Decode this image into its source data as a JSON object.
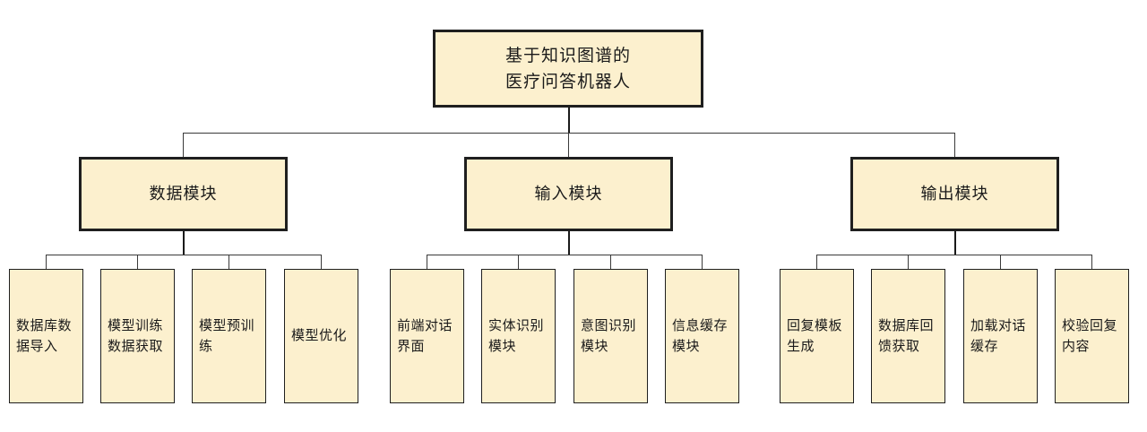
{
  "diagram": {
    "type": "tree-hierarchy",
    "title_node": {
      "id": "root",
      "label": "基于知识图谱的\n医疗问答机器人"
    },
    "colors": {
      "node_fill": "#FCF0CE",
      "node_border": "#1F1F1F",
      "connector": "#3A3A3A",
      "background": "#FFFFFF"
    },
    "modules": [
      {
        "id": "data-module",
        "label": "数据模块",
        "children": [
          {
            "id": "db-data-import",
            "label": "数据库数\n据导入"
          },
          {
            "id": "training-data-fetch",
            "label": "模型训练\n数据获取"
          },
          {
            "id": "model-pretrain",
            "label": "模型预训\n练"
          },
          {
            "id": "model-optimize",
            "label": "模型优化"
          }
        ]
      },
      {
        "id": "input-module",
        "label": "输入模块",
        "children": [
          {
            "id": "frontend-dialog-ui",
            "label": "前端对话\n界面"
          },
          {
            "id": "entity-recognition",
            "label": "实体识别\n模块"
          },
          {
            "id": "intent-recognition",
            "label": "意图识别\n模块"
          },
          {
            "id": "info-cache",
            "label": "信息缓存\n模块"
          }
        ]
      },
      {
        "id": "output-module",
        "label": "输出模块",
        "children": [
          {
            "id": "reply-template-gen",
            "label": "回复模板\n生成"
          },
          {
            "id": "db-feedback-fetch",
            "label": "数据库回\n馈获取"
          },
          {
            "id": "load-dialog-cache",
            "label": "加载对话\n缓存"
          },
          {
            "id": "verify-reply-content",
            "label": "校验回复\n内容"
          }
        ]
      }
    ]
  }
}
